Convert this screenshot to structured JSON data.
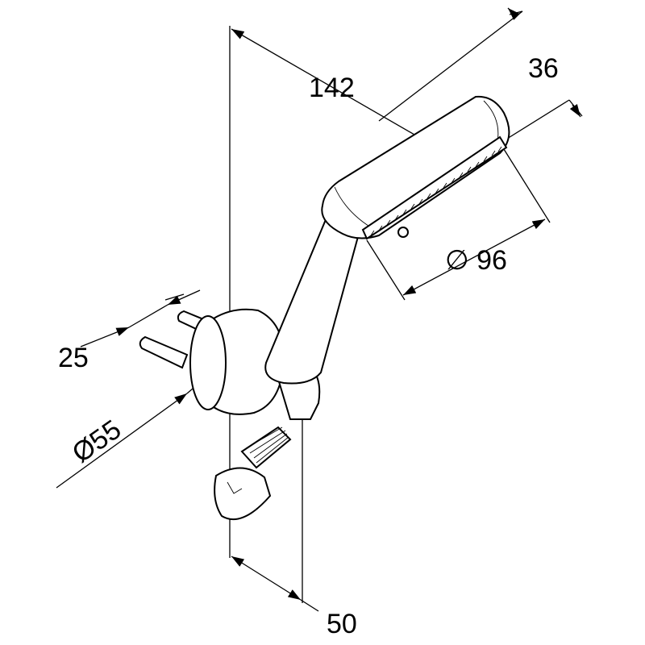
{
  "drawing": {
    "title": "Hand shower with wall bracket – dimension drawing",
    "dimensions": {
      "length_overall": "142",
      "head_thickness": "36",
      "head_diameter": "∅ 96",
      "plug_length": "25",
      "bracket_diameter": "Ø55",
      "wall_offset": "50"
    },
    "colors": {
      "line": "#000000",
      "background": "#ffffff"
    }
  }
}
